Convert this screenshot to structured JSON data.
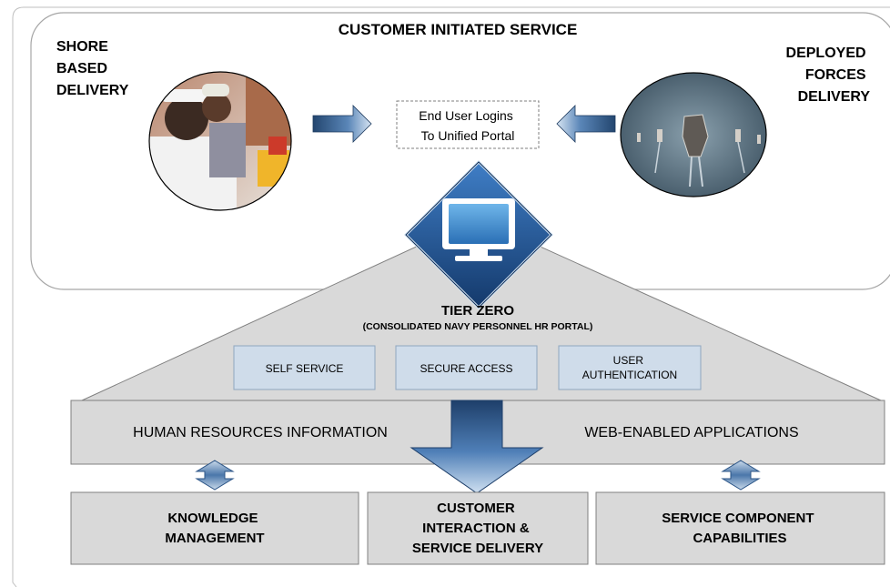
{
  "header": {
    "title": "CUSTOMER INITIATED SERVICE",
    "left_label": [
      "SHORE",
      "BASED",
      "DELIVERY"
    ],
    "right_label": [
      "DEPLOYED",
      "FORCES",
      "DELIVERY"
    ]
  },
  "portal_box": {
    "lines": [
      "End User Logins",
      "To Unified Portal"
    ]
  },
  "icons": {
    "center": "computer-monitor-icon",
    "left_photo": "sailors-family-photo",
    "right_photo": "naval-fleet-photo"
  },
  "tier": {
    "title": "TIER ZERO",
    "subtitle": "(CONSOLIDATED NAVY PERSONNEL HR PORTAL)",
    "features": [
      [
        "SELF SERVICE"
      ],
      [
        "SECURE ACCESS"
      ],
      [
        "USER",
        "AUTHENTICATION"
      ]
    ]
  },
  "foundation": {
    "left": "HUMAN RESOURCES INFORMATION",
    "right": "WEB-ENABLED APPLICATIONS"
  },
  "bottom_boxes": [
    [
      "KNOWLEDGE",
      "MANAGEMENT"
    ],
    [
      "CUSTOMER",
      "INTERACTION &",
      "SERVICE DELIVERY"
    ],
    [
      "SERVICE COMPONENT",
      "CAPABILITIES"
    ]
  ],
  "colors": {
    "box_fill": "#d9d9d9",
    "feature_fill": "#cfdcea",
    "arrow_blue": "#2c5587",
    "arrow_light": "#c7d8ea",
    "diamond_blue": "#1f4f8f"
  }
}
